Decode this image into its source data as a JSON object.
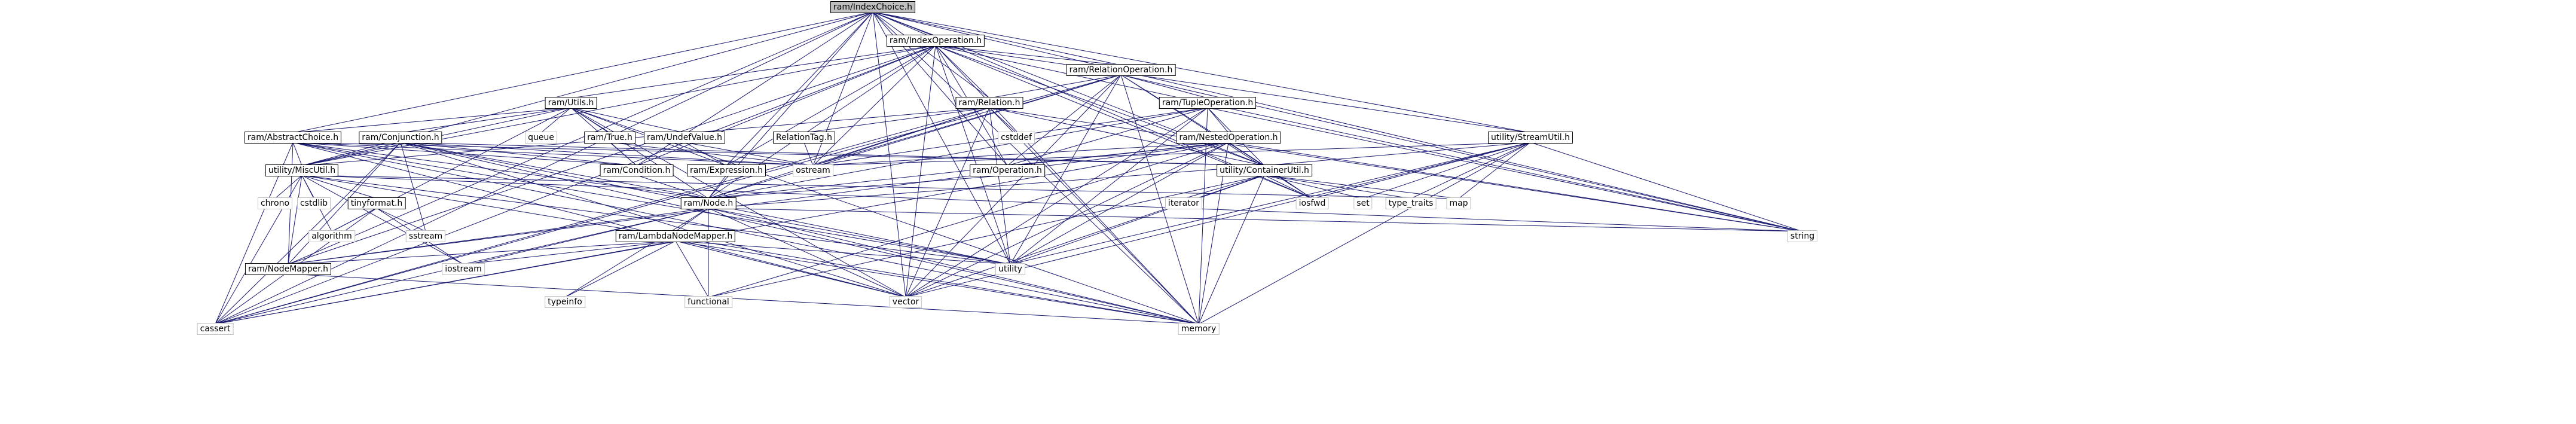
{
  "graph_title": "ram/IndexChoice.h",
  "nodes": [
    {
      "id": "IndexChoice",
      "label": "ram/IndexChoice.h",
      "kind": "root"
    },
    {
      "id": "IndexOperation",
      "label": "ram/IndexOperation.h",
      "kind": "local"
    },
    {
      "id": "RelationOperation",
      "label": "ram/RelationOperation.h",
      "kind": "local"
    },
    {
      "id": "Utils",
      "label": "ram/Utils.h",
      "kind": "local"
    },
    {
      "id": "Relation",
      "label": "ram/Relation.h",
      "kind": "local"
    },
    {
      "id": "TupleOperation",
      "label": "ram/TupleOperation.h",
      "kind": "local"
    },
    {
      "id": "StreamUtil",
      "label": "utility/StreamUtil.h",
      "kind": "local"
    },
    {
      "id": "AbstractChoice",
      "label": "ram/AbstractChoice.h",
      "kind": "local"
    },
    {
      "id": "Conjunction",
      "label": "ram/Conjunction.h",
      "kind": "local"
    },
    {
      "id": "True",
      "label": "ram/True.h",
      "kind": "local"
    },
    {
      "id": "UndefValue",
      "label": "ram/UndefValue.h",
      "kind": "local"
    },
    {
      "id": "RelationTag",
      "label": "RelationTag.h",
      "kind": "local"
    },
    {
      "id": "NestedOperation",
      "label": "ram/NestedOperation.h",
      "kind": "local"
    },
    {
      "id": "MiscUtil",
      "label": "utility/MiscUtil.h",
      "kind": "local"
    },
    {
      "id": "Condition",
      "label": "ram/Condition.h",
      "kind": "local"
    },
    {
      "id": "Expression",
      "label": "ram/Expression.h",
      "kind": "local"
    },
    {
      "id": "Operation",
      "label": "ram/Operation.h",
      "kind": "local"
    },
    {
      "id": "ContainerUtil",
      "label": "utility/ContainerUtil.h",
      "kind": "local"
    },
    {
      "id": "tinyformat",
      "label": "tinyformat.h",
      "kind": "local"
    },
    {
      "id": "Node",
      "label": "ram/Node.h",
      "kind": "local"
    },
    {
      "id": "LambdaNodeMapper",
      "label": "ram/LambdaNodeMapper.h",
      "kind": "local"
    },
    {
      "id": "NodeMapper",
      "label": "ram/NodeMapper.h",
      "kind": "local"
    },
    {
      "id": "queue",
      "label": "queue",
      "kind": "system"
    },
    {
      "id": "cstddef",
      "label": "cstddef",
      "kind": "system"
    },
    {
      "id": "ostream",
      "label": "ostream",
      "kind": "system"
    },
    {
      "id": "chrono",
      "label": "chrono",
      "kind": "system"
    },
    {
      "id": "cstdlib",
      "label": "cstdlib",
      "kind": "system"
    },
    {
      "id": "algorithm",
      "label": "algorithm",
      "kind": "system"
    },
    {
      "id": "sstream",
      "label": "sstream",
      "kind": "system"
    },
    {
      "id": "iterator",
      "label": "iterator",
      "kind": "system"
    },
    {
      "id": "iosfwd",
      "label": "iosfwd",
      "kind": "system"
    },
    {
      "id": "set",
      "label": "set",
      "kind": "system"
    },
    {
      "id": "type_traits",
      "label": "type_traits",
      "kind": "system"
    },
    {
      "id": "map",
      "label": "map",
      "kind": "system"
    },
    {
      "id": "string",
      "label": "string",
      "kind": "system"
    },
    {
      "id": "iostream",
      "label": "iostream",
      "kind": "system"
    },
    {
      "id": "typeinfo",
      "label": "typeinfo",
      "kind": "system"
    },
    {
      "id": "functional",
      "label": "functional",
      "kind": "system"
    },
    {
      "id": "vector",
      "label": "vector",
      "kind": "system"
    },
    {
      "id": "utility",
      "label": "utility",
      "kind": "system"
    },
    {
      "id": "cassert",
      "label": "cassert",
      "kind": "system"
    },
    {
      "id": "memory",
      "label": "memory",
      "kind": "system"
    }
  ],
  "edges": [
    [
      "IndexChoice",
      "IndexOperation"
    ],
    [
      "IndexChoice",
      "RelationOperation"
    ],
    [
      "IndexChoice",
      "Relation"
    ],
    [
      "IndexChoice",
      "StreamUtil"
    ],
    [
      "IndexChoice",
      "AbstractChoice"
    ],
    [
      "IndexChoice",
      "MiscUtil"
    ],
    [
      "IndexChoice",
      "ContainerUtil"
    ],
    [
      "IndexChoice",
      "Condition"
    ],
    [
      "IndexChoice",
      "Expression"
    ],
    [
      "IndexChoice",
      "Node"
    ],
    [
      "IndexChoice",
      "NodeMapper"
    ],
    [
      "IndexChoice",
      "Operation"
    ],
    [
      "IndexChoice",
      "ostream"
    ],
    [
      "IndexChoice",
      "iosfwd"
    ],
    [
      "IndexChoice",
      "string"
    ],
    [
      "IndexChoice",
      "vector"
    ],
    [
      "IndexChoice",
      "utility"
    ],
    [
      "IndexChoice",
      "cassert"
    ],
    [
      "IndexChoice",
      "memory"
    ],
    [
      "IndexOperation",
      "RelationOperation"
    ],
    [
      "IndexOperation",
      "Utils"
    ],
    [
      "IndexOperation",
      "Relation"
    ],
    [
      "IndexOperation",
      "MiscUtil"
    ],
    [
      "IndexOperation",
      "ContainerUtil"
    ],
    [
      "IndexOperation",
      "Condition"
    ],
    [
      "IndexOperation",
      "Expression"
    ],
    [
      "IndexOperation",
      "Node"
    ],
    [
      "IndexOperation",
      "NodeMapper"
    ],
    [
      "IndexOperation",
      "Operation"
    ],
    [
      "IndexOperation",
      "ostream"
    ],
    [
      "IndexOperation",
      "iosfwd"
    ],
    [
      "IndexOperation",
      "string"
    ],
    [
      "IndexOperation",
      "vector"
    ],
    [
      "IndexOperation",
      "utility"
    ],
    [
      "IndexOperation",
      "cassert"
    ],
    [
      "IndexOperation",
      "memory"
    ],
    [
      "IndexOperation",
      "StreamUtil"
    ],
    [
      "RelationOperation",
      "Relation"
    ],
    [
      "RelationOperation",
      "TupleOperation"
    ],
    [
      "RelationOperation",
      "Node"
    ],
    [
      "RelationOperation",
      "Operation"
    ],
    [
      "RelationOperation",
      "ContainerUtil"
    ],
    [
      "RelationOperation",
      "ostream"
    ],
    [
      "RelationOperation",
      "string"
    ],
    [
      "RelationOperation",
      "vector"
    ],
    [
      "RelationOperation",
      "utility"
    ],
    [
      "RelationOperation",
      "cassert"
    ],
    [
      "RelationOperation",
      "memory"
    ],
    [
      "RelationOperation",
      "iosfwd"
    ],
    [
      "Utils",
      "AbstractChoice"
    ],
    [
      "Utils",
      "Conjunction"
    ],
    [
      "Utils",
      "True"
    ],
    [
      "Utils",
      "UndefValue"
    ],
    [
      "Utils",
      "queue"
    ],
    [
      "Utils",
      "MiscUtil"
    ],
    [
      "Utils",
      "Condition"
    ],
    [
      "Utils",
      "Expression"
    ],
    [
      "Utils",
      "Node"
    ],
    [
      "Utils",
      "vector"
    ],
    [
      "Utils",
      "memory"
    ],
    [
      "Utils",
      "algorithm"
    ],
    [
      "Relation",
      "RelationTag"
    ],
    [
      "Relation",
      "cstddef"
    ],
    [
      "Relation",
      "ostream"
    ],
    [
      "Relation",
      "Node"
    ],
    [
      "Relation",
      "ContainerUtil"
    ],
    [
      "Relation",
      "MiscUtil"
    ],
    [
      "Relation",
      "string"
    ],
    [
      "Relation",
      "vector"
    ],
    [
      "Relation",
      "utility"
    ],
    [
      "Relation",
      "memory"
    ],
    [
      "Relation",
      "cassert"
    ],
    [
      "TupleOperation",
      "NestedOperation"
    ],
    [
      "TupleOperation",
      "Operation"
    ],
    [
      "TupleOperation",
      "Node"
    ],
    [
      "TupleOperation",
      "ContainerUtil"
    ],
    [
      "TupleOperation",
      "ostream"
    ],
    [
      "TupleOperation",
      "string"
    ],
    [
      "TupleOperation",
      "vector"
    ],
    [
      "TupleOperation",
      "utility"
    ],
    [
      "TupleOperation",
      "memory"
    ],
    [
      "StreamUtil",
      "ContainerUtil"
    ],
    [
      "StreamUtil",
      "map"
    ],
    [
      "StreamUtil",
      "set"
    ],
    [
      "StreamUtil",
      "type_traits"
    ],
    [
      "StreamUtil",
      "iosfwd"
    ],
    [
      "StreamUtil",
      "ostream"
    ],
    [
      "StreamUtil",
      "string"
    ],
    [
      "StreamUtil",
      "vector"
    ],
    [
      "StreamUtil",
      "utility"
    ],
    [
      "StreamUtil",
      "memory"
    ],
    [
      "AbstractChoice",
      "Condition"
    ],
    [
      "AbstractChoice",
      "Node"
    ],
    [
      "AbstractChoice",
      "NodeMapper"
    ],
    [
      "AbstractChoice",
      "MiscUtil"
    ],
    [
      "AbstractChoice",
      "ContainerUtil"
    ],
    [
      "AbstractChoice",
      "cassert"
    ],
    [
      "AbstractChoice",
      "memory"
    ],
    [
      "AbstractChoice",
      "ostream"
    ],
    [
      "AbstractChoice",
      "vector"
    ],
    [
      "AbstractChoice",
      "utility"
    ],
    [
      "Conjunction",
      "Condition"
    ],
    [
      "Conjunction",
      "Node"
    ],
    [
      "Conjunction",
      "NodeMapper"
    ],
    [
      "Conjunction",
      "MiscUtil"
    ],
    [
      "Conjunction",
      "ContainerUtil"
    ],
    [
      "Conjunction",
      "cassert"
    ],
    [
      "Conjunction",
      "memory"
    ],
    [
      "Conjunction",
      "ostream"
    ],
    [
      "Conjunction",
      "sstream"
    ],
    [
      "Conjunction",
      "utility"
    ],
    [
      "Conjunction",
      "vector"
    ],
    [
      "True",
      "Condition"
    ],
    [
      "True",
      "ostream"
    ],
    [
      "UndefValue",
      "Expression"
    ],
    [
      "UndefValue",
      "ostream"
    ],
    [
      "RelationTag",
      "ostream"
    ],
    [
      "NestedOperation",
      "Operation"
    ],
    [
      "NestedOperation",
      "Node"
    ],
    [
      "NestedOperation",
      "ContainerUtil"
    ],
    [
      "NestedOperation",
      "NodeMapper"
    ],
    [
      "NestedOperation",
      "cassert"
    ],
    [
      "NestedOperation",
      "iosfwd"
    ],
    [
      "NestedOperation",
      "memory"
    ],
    [
      "NestedOperation",
      "ostream"
    ],
    [
      "NestedOperation",
      "string"
    ],
    [
      "NestedOperation",
      "utility"
    ],
    [
      "NestedOperation",
      "vector"
    ],
    [
      "NestedOperation",
      "functional"
    ],
    [
      "MiscUtil",
      "tinyformat"
    ],
    [
      "MiscUtil",
      "chrono"
    ],
    [
      "MiscUtil",
      "cstdlib"
    ],
    [
      "MiscUtil",
      "algorithm"
    ],
    [
      "MiscUtil",
      "cassert"
    ],
    [
      "MiscUtil",
      "iostream"
    ],
    [
      "MiscUtil",
      "map"
    ],
    [
      "MiscUtil",
      "memory"
    ],
    [
      "MiscUtil",
      "utility"
    ],
    [
      "MiscUtil",
      "string"
    ],
    [
      "MiscUtil",
      "NodeMapper"
    ],
    [
      "Condition",
      "Node"
    ],
    [
      "Expression",
      "Node"
    ],
    [
      "Operation",
      "Node"
    ],
    [
      "ContainerUtil",
      "iterator"
    ],
    [
      "ContainerUtil",
      "set"
    ],
    [
      "ContainerUtil",
      "type_traits"
    ],
    [
      "ContainerUtil",
      "map"
    ],
    [
      "ContainerUtil",
      "vector"
    ],
    [
      "ContainerUtil",
      "utility"
    ],
    [
      "ContainerUtil",
      "memory"
    ],
    [
      "ContainerUtil",
      "functional"
    ],
    [
      "ContainerUtil",
      "iosfwd"
    ],
    [
      "tinyformat",
      "algorithm"
    ],
    [
      "tinyformat",
      "cassert"
    ],
    [
      "tinyformat",
      "iostream"
    ],
    [
      "tinyformat",
      "sstream"
    ],
    [
      "Node",
      "LambdaNodeMapper"
    ],
    [
      "Node",
      "NodeMapper"
    ],
    [
      "Node",
      "cassert"
    ],
    [
      "Node",
      "functional"
    ],
    [
      "Node",
      "iostream"
    ],
    [
      "Node",
      "memory"
    ],
    [
      "Node",
      "typeinfo"
    ],
    [
      "Node",
      "utility"
    ],
    [
      "Node",
      "vector"
    ],
    [
      "Node",
      "string"
    ],
    [
      "Node",
      "ContainerUtil"
    ],
    [
      "LambdaNodeMapper",
      "NodeMapper"
    ],
    [
      "LambdaNodeMapper",
      "functional"
    ],
    [
      "LambdaNodeMapper",
      "memory"
    ],
    [
      "LambdaNodeMapper",
      "typeinfo"
    ],
    [
      "LambdaNodeMapper",
      "utility"
    ],
    [
      "LambdaNodeMapper",
      "vector"
    ],
    [
      "LambdaNodeMapper",
      "cassert"
    ],
    [
      "LambdaNodeMapper",
      "iostream"
    ],
    [
      "NodeMapper",
      "memory"
    ]
  ],
  "colors": {
    "edge": "#191970",
    "root_fill": "#bfbfbf",
    "node_border": "#000000",
    "system_border": "#bfbfbf"
  }
}
